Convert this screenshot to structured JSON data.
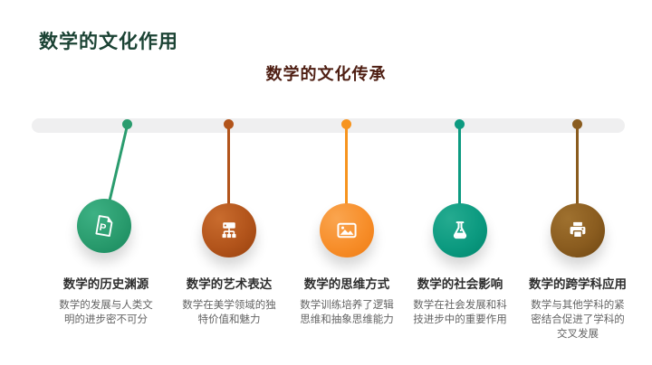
{
  "slide": {
    "title": "数学的文化作用",
    "subtitle": "数学的文化传承",
    "title_color": "#1b4334",
    "subtitle_color": "#4e1e12",
    "background_color": "#ffffff",
    "timeline_bar_color": "#efeff0"
  },
  "items": [
    {
      "title": "数学的历史渊源",
      "desc": "数学的发展与人类文明的进步密不可分",
      "color": "#2a9c6e",
      "icon": "ppt-file-icon"
    },
    {
      "title": "数学的艺术表达",
      "desc": "数学在美学领域的独特价值和魅力",
      "color": "#b2541b",
      "icon": "sitemap-icon"
    },
    {
      "title": "数学的思维方式",
      "desc": "数学训练培养了逻辑思维和抽象思维能力",
      "color": "#f7941e",
      "icon": "image-icon"
    },
    {
      "title": "数学的社会影响",
      "desc": "数学在社会发展和科技进步中的重要作用",
      "color": "#0c9a80",
      "icon": "flask-icon"
    },
    {
      "title": "数学的跨学科应用",
      "desc": "数学与其他学科的紧密结合促进了学科的交叉发展",
      "color": "#8a5c1f",
      "icon": "printer-icon"
    }
  ]
}
